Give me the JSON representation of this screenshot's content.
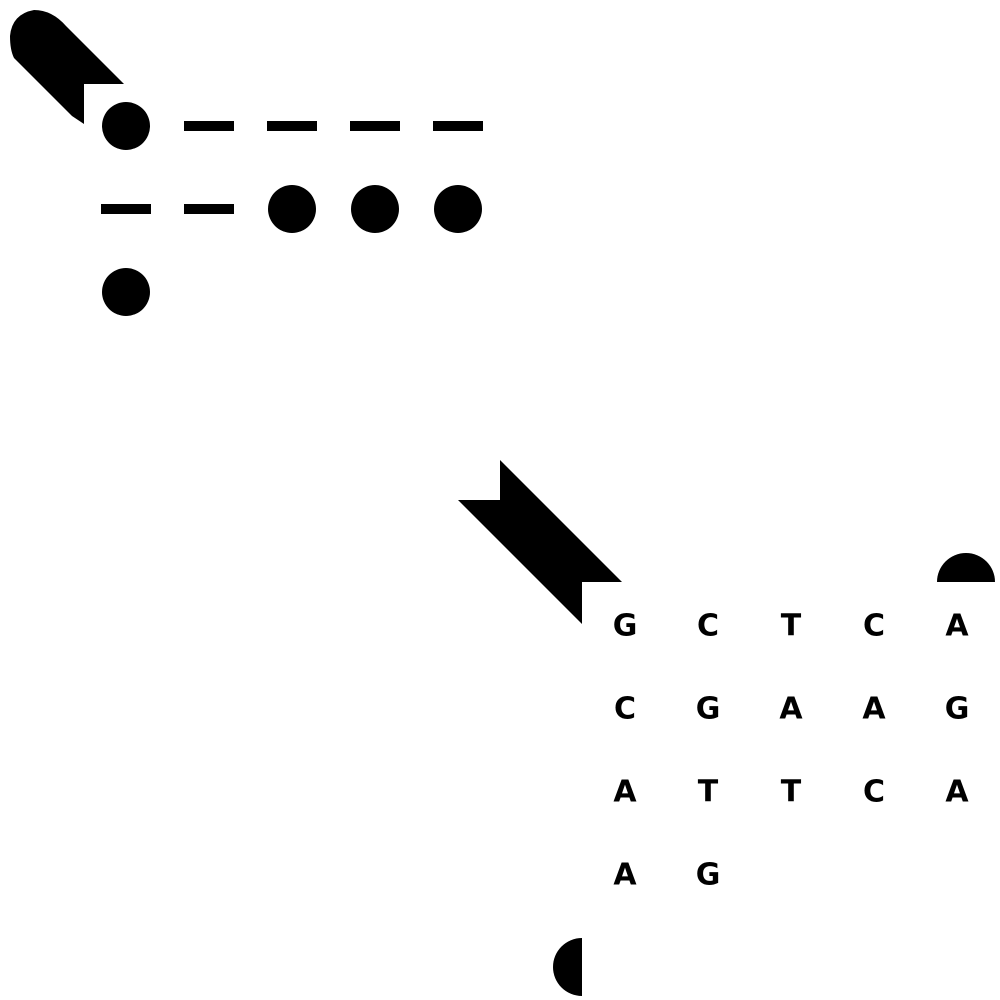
{
  "colors": {
    "ink": "#000000",
    "background": "#ffffff"
  },
  "morse_panel": {
    "symbols": [
      ".",
      "-",
      "-",
      "-",
      "-",
      "-",
      "-",
      ".",
      ".",
      ".",
      "."
    ]
  },
  "sequence_panel": {
    "rows": [
      [
        "G",
        "C",
        "T",
        "C",
        "A"
      ],
      [
        "C",
        "G",
        "A",
        "A",
        "G"
      ],
      [
        "A",
        "T",
        "T",
        "C",
        "A"
      ],
      [
        "A",
        "G"
      ]
    ]
  }
}
